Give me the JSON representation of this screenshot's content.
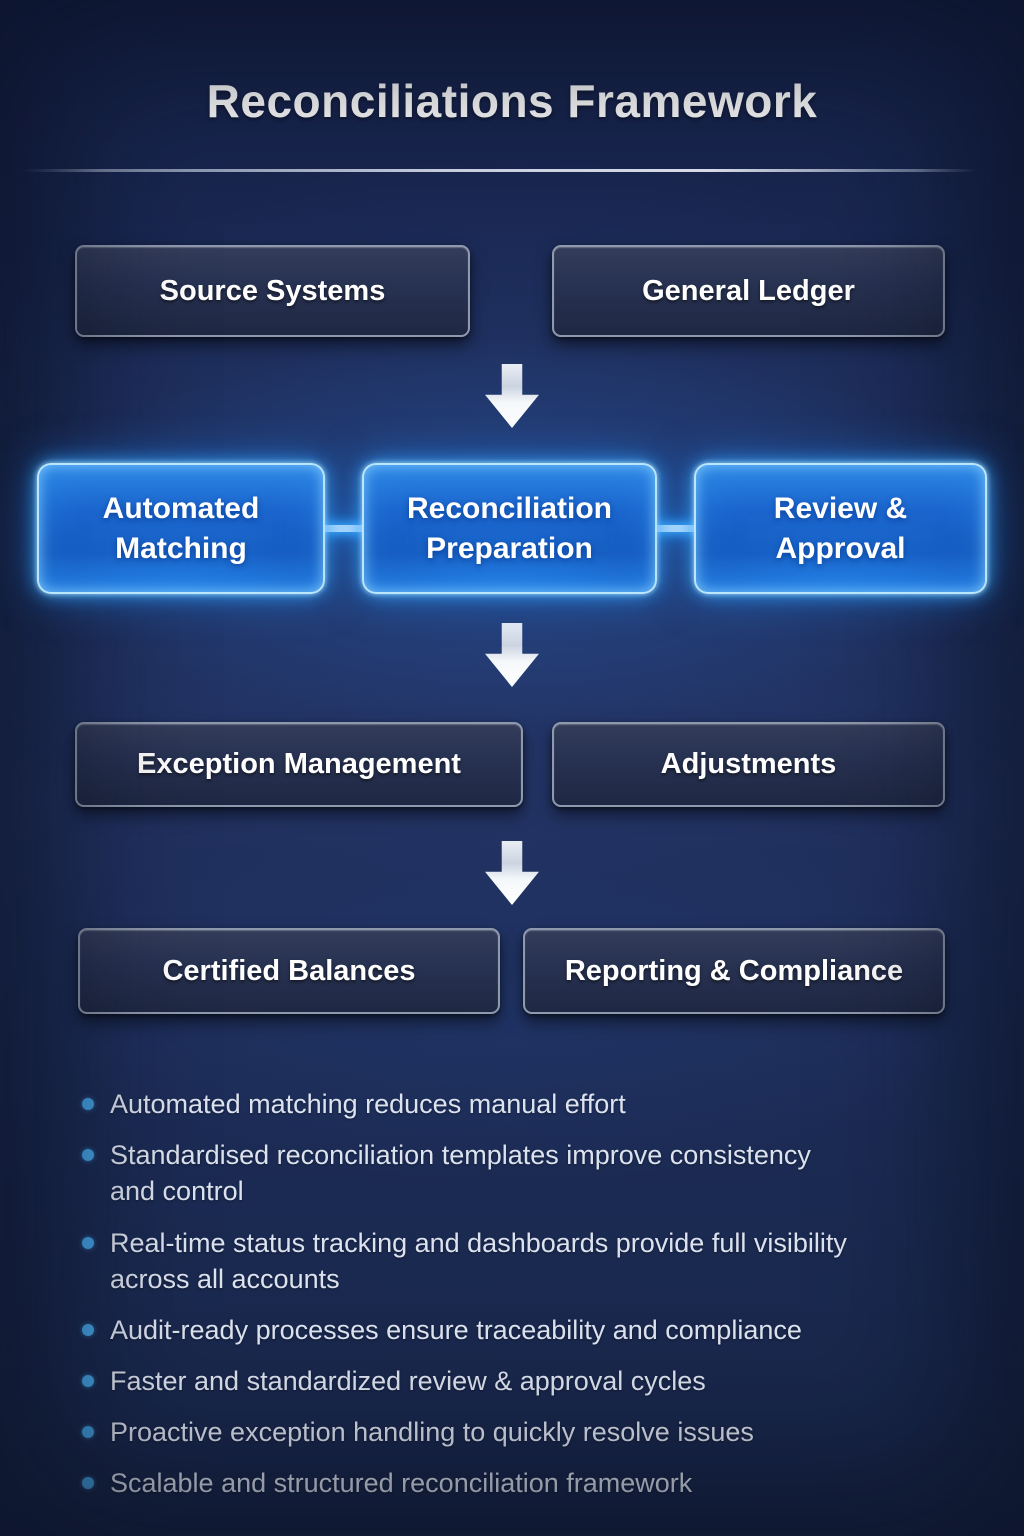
{
  "title": "Reconciliations Framework",
  "flow": {
    "sources": [
      {
        "label": "Source Systems"
      },
      {
        "label": "General Ledger"
      }
    ],
    "process": [
      {
        "label": "Automated Matching"
      },
      {
        "label": "Reconciliation Preparation"
      },
      {
        "label": "Review & Approval"
      }
    ],
    "management": [
      {
        "label": "Exception Management"
      },
      {
        "label": "Adjustments"
      }
    ],
    "outputs": [
      {
        "label": "Certified Balances"
      },
      {
        "label": "Reporting & Compliance"
      }
    ]
  },
  "bullets": [
    "Automated matching reduces manual effort",
    "Standardised reconciliation templates improve consistency\nand control",
    "Real-time status tracking and dashboards provide full visibility\nacross all accounts",
    "Audit-ready processes ensure traceability and compliance",
    "Faster and standardized review & approval cycles",
    "Proactive exception handling to quickly resolve issues",
    "Scalable and structured reconciliation framework"
  ],
  "colors": {
    "background": "#1d2b52",
    "glow_accent": "#35b6ff",
    "glow_fill": "#1565c8",
    "dark_node_fill": "#252e49",
    "dark_node_border": "#8f99ad",
    "bullet_dot": "#45a4e6",
    "bullet_text": "#dce2ee",
    "title_text": "#ffffff"
  }
}
